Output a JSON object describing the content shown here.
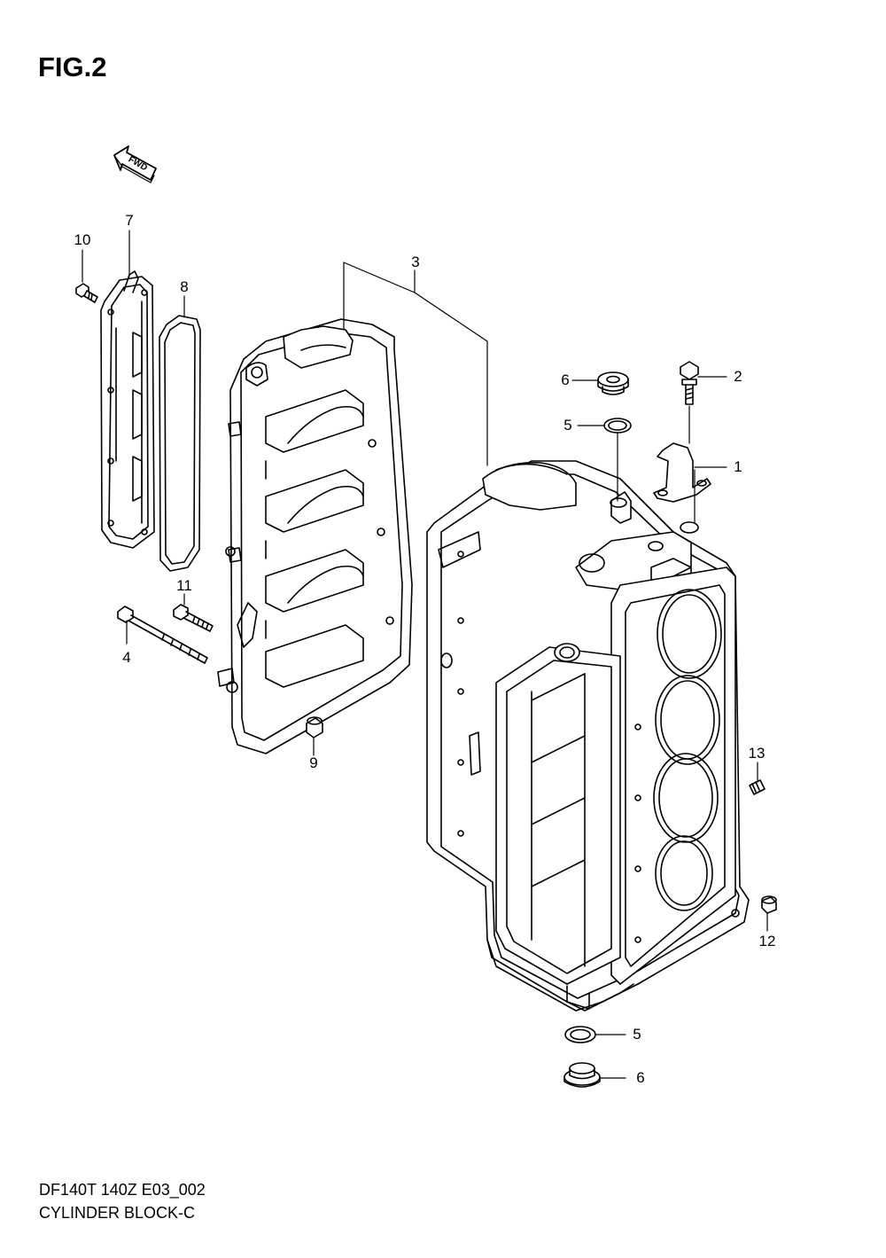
{
  "figure": {
    "title": "FIG.2",
    "fwd_arrow_label": "FWD"
  },
  "callouts": [
    {
      "id": "c10",
      "text": "10"
    },
    {
      "id": "c7",
      "text": "7"
    },
    {
      "id": "c8",
      "text": "8"
    },
    {
      "id": "c3",
      "text": "3"
    },
    {
      "id": "c6a",
      "text": "6"
    },
    {
      "id": "c2",
      "text": "2"
    },
    {
      "id": "c5a",
      "text": "5"
    },
    {
      "id": "c1",
      "text": "1"
    },
    {
      "id": "c11",
      "text": "11"
    },
    {
      "id": "c4",
      "text": "4"
    },
    {
      "id": "c9",
      "text": "9"
    },
    {
      "id": "c13",
      "text": "13"
    },
    {
      "id": "c12",
      "text": "12"
    },
    {
      "id": "c5b",
      "text": "5"
    },
    {
      "id": "c6b",
      "text": "6"
    }
  ],
  "footer": {
    "model_code": "DF140T 140Z E03_002",
    "section_name": "CYLINDER BLOCK-C"
  }
}
